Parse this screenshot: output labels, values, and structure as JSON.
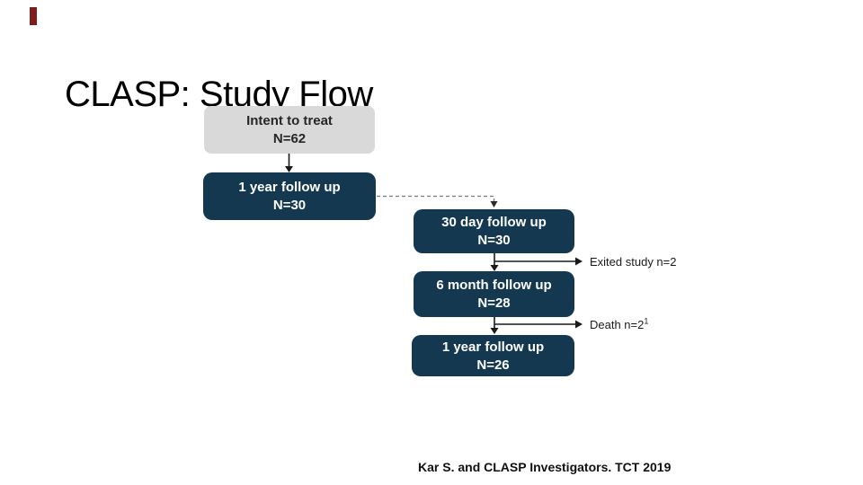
{
  "slide": {
    "title": "CLASP: Study Flow",
    "footer": "Kar S. and CLASP Investigators. TCT 2019"
  },
  "flowchart": {
    "boxes": [
      {
        "id": "intent-to-treat",
        "line1": "Intent to treat",
        "line2": "N=62",
        "variant": "gray"
      },
      {
        "id": "one-year-fu-n30",
        "line1": "1 year follow up",
        "line2": "N=30",
        "variant": "navy"
      },
      {
        "id": "thirty-day-fu",
        "line1": "30 day follow up",
        "line2": "N=30",
        "variant": "navy"
      },
      {
        "id": "six-month-fu",
        "line1": "6 month follow up",
        "line2": "N=28",
        "variant": "navy"
      },
      {
        "id": "one-year-fu-n26",
        "line1": "1 year follow up",
        "line2": "N=26",
        "variant": "navy"
      }
    ],
    "annotations": [
      {
        "id": "exited-study",
        "label": "Exited study n=2",
        "superscript": ""
      },
      {
        "id": "death",
        "label": "Death n=2",
        "superscript": "1"
      }
    ]
  },
  "colors": {
    "navy_box": "#143850",
    "gray_box": "#d9d9d9",
    "accent_mark": "#7f1d1d",
    "arrow": "#1a1a1a",
    "dashed_connector": "#7a7a7a",
    "background": "#ffffff"
  }
}
